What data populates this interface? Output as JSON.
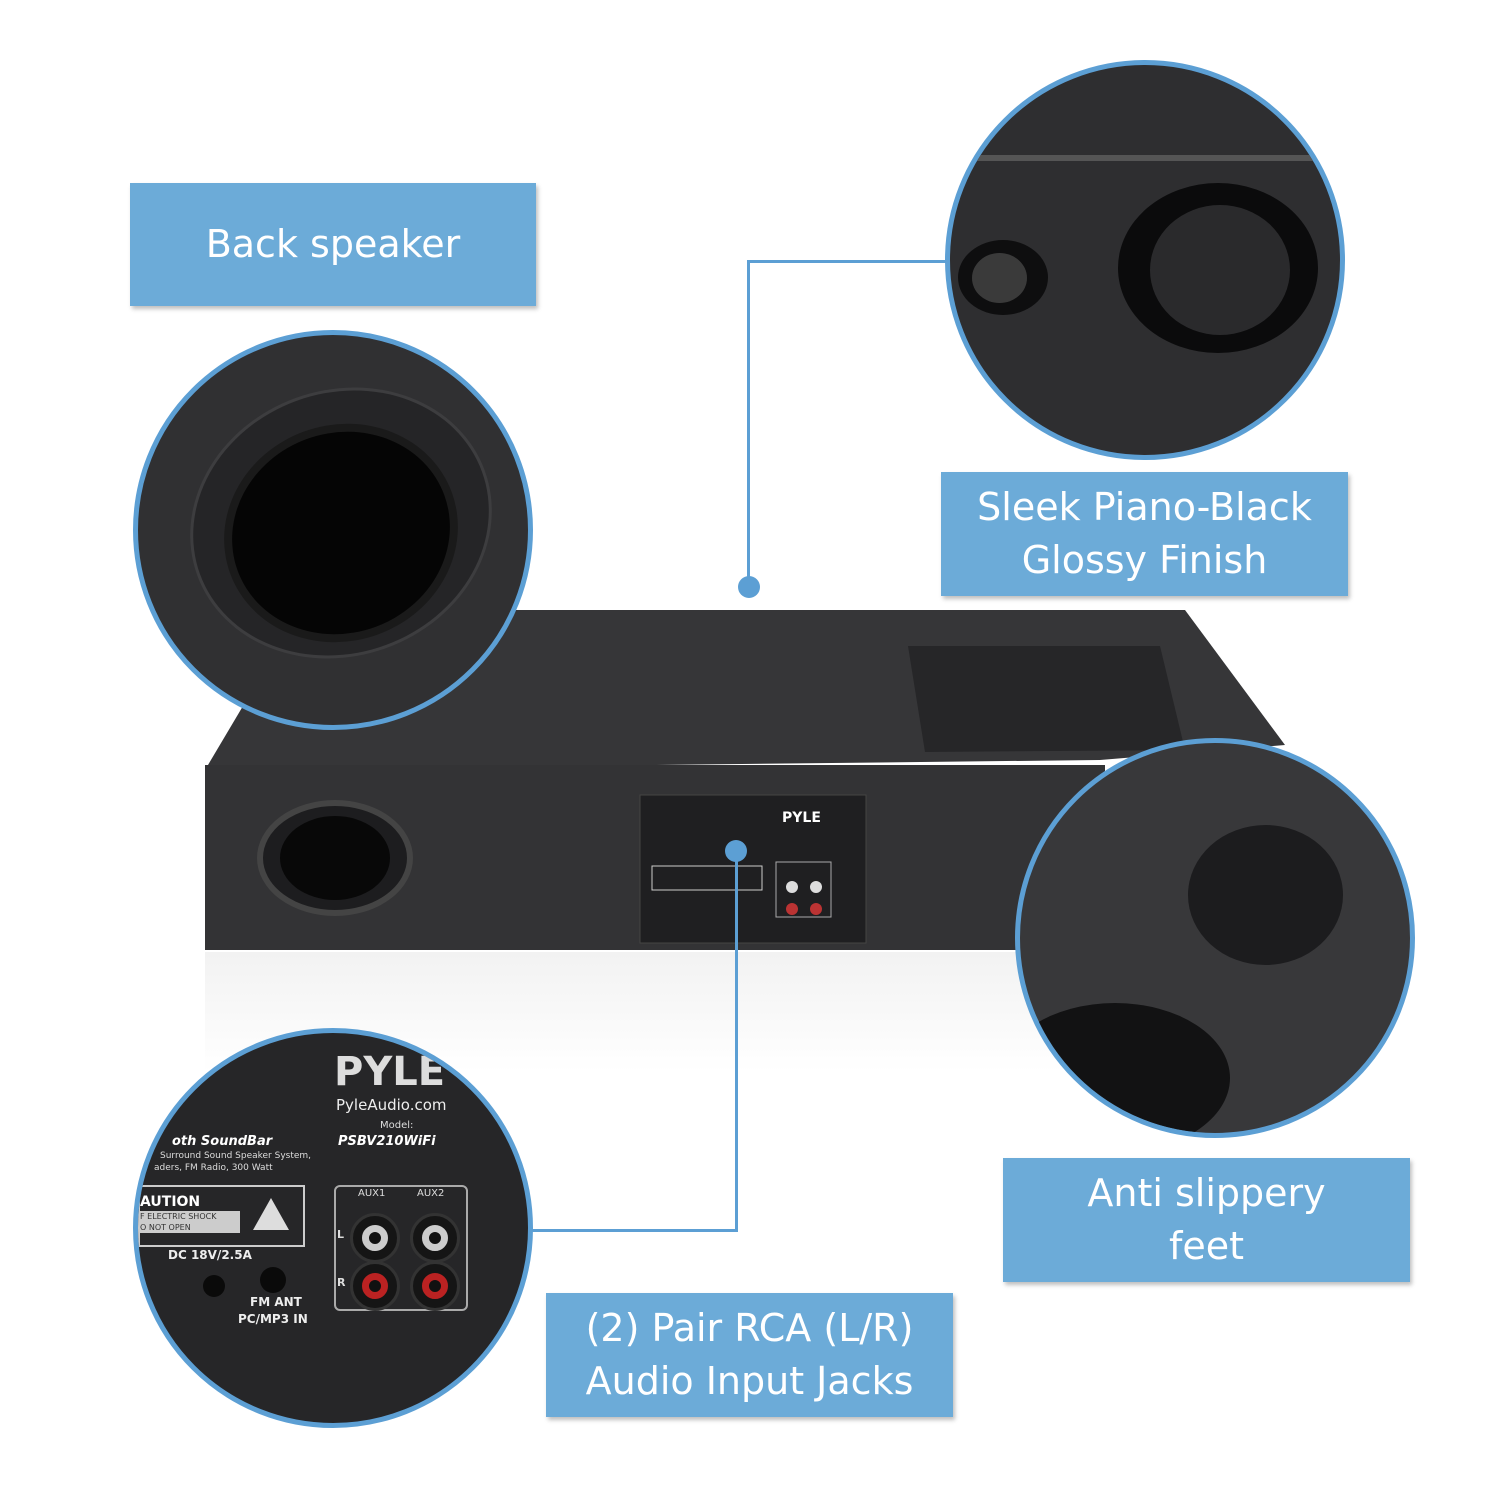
{
  "labels": {
    "back_speaker": "Back speaker",
    "finish_line1": "Sleek Piano-Black",
    "finish_line2": "Glossy Finish",
    "feet_line1": "Anti slippery",
    "feet_line2": "feet",
    "rca_line1": "(2) Pair RCA (L/R)",
    "rca_line2": "Audio Input Jacks"
  },
  "panel": {
    "brand": "PYLE",
    "website": "PyleAudio.com",
    "model_label": "Model:",
    "model": "PSBV210WiFi",
    "product": "oth SoundBar",
    "desc1": "Surround Sound Speaker System,",
    "desc2": "aders, FM Radio, 300 Watt",
    "caution": "AUTION",
    "caution1": "F ELECTRIC SHOCK",
    "caution2": "O NOT OPEN",
    "dc": "DC 18V/2.5A",
    "fm": "FM ANT",
    "pc": "PC/MP3 IN",
    "aux1": "AUX1",
    "aux2": "AUX2",
    "l": "L",
    "r": "R"
  },
  "colors": {
    "accent": "#6cabd8",
    "circle_border": "#5c9fd4",
    "product": "#2b2b2d"
  }
}
